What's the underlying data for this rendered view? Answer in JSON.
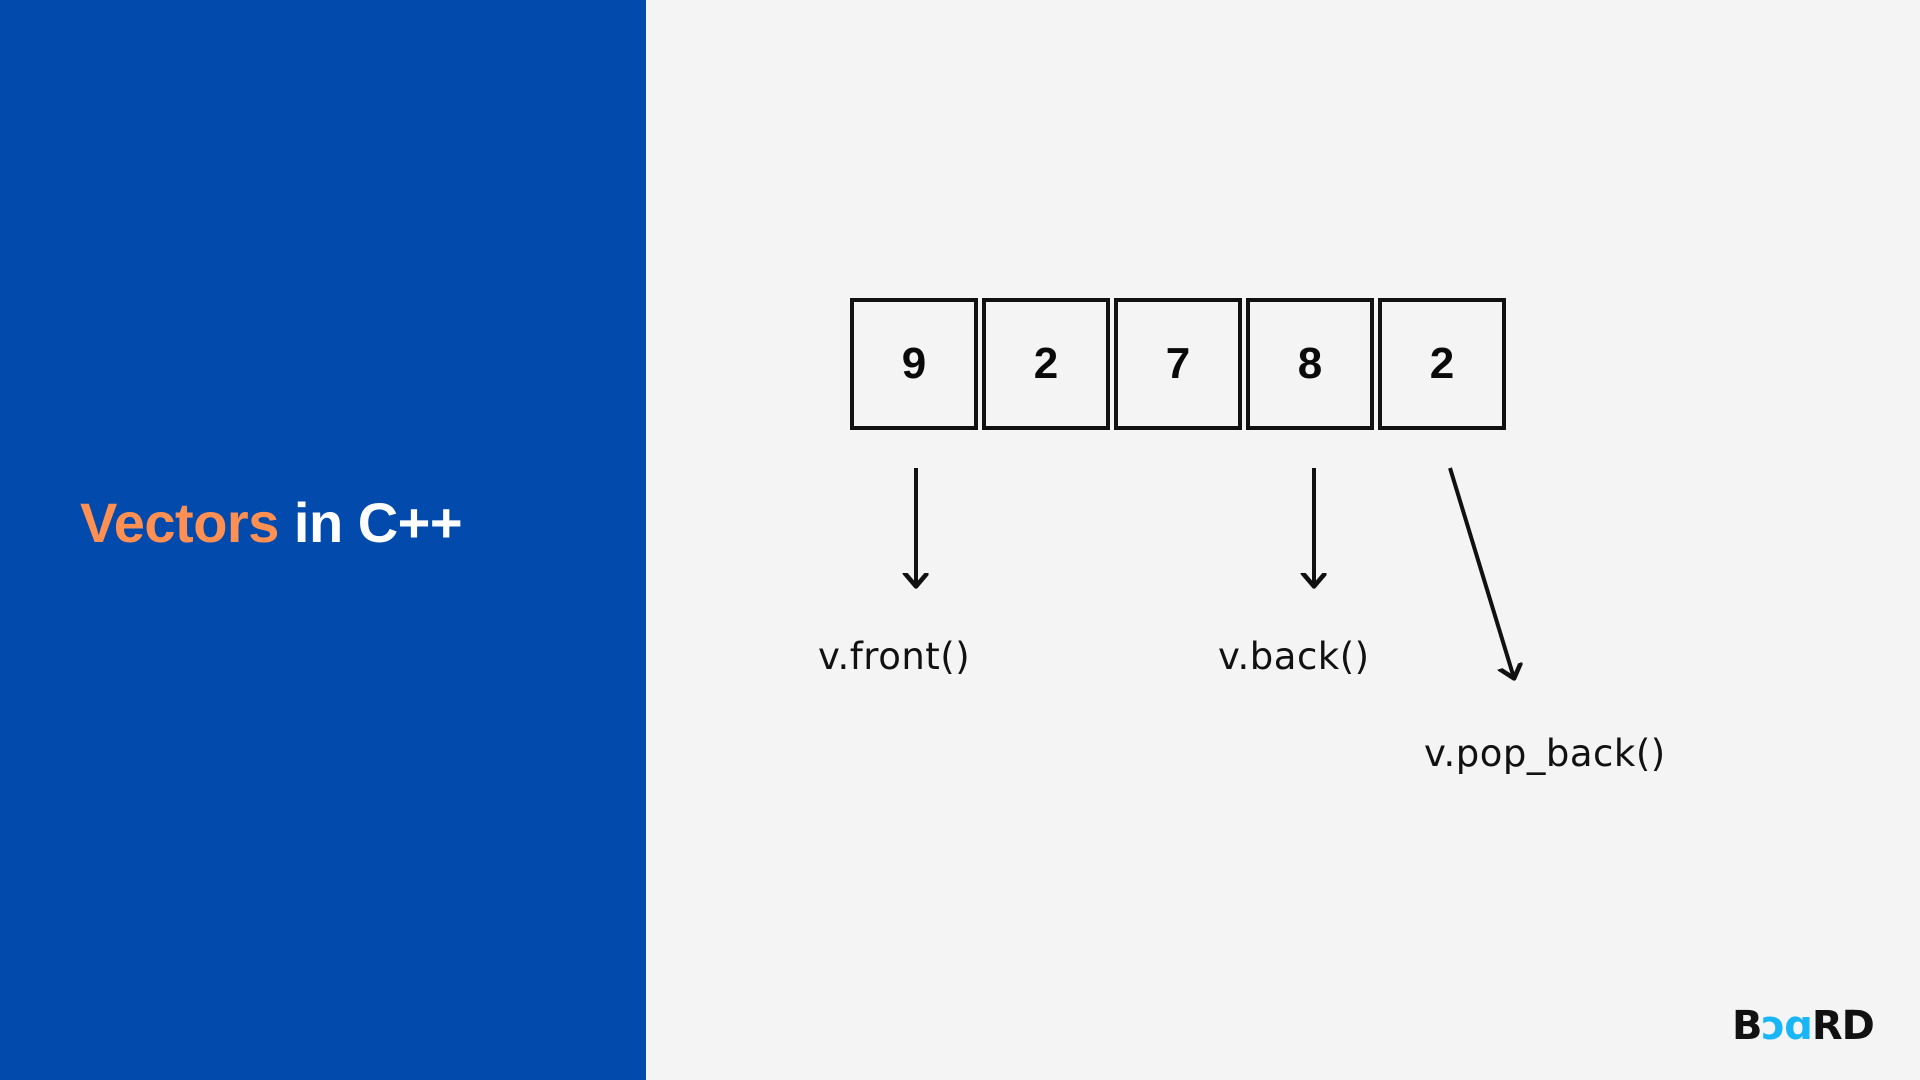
{
  "slide": {
    "background_color": "#f4f4f4",
    "panel_color": "#034AAD",
    "accent_color": "#FF9051",
    "title": {
      "accent_text": "Vectors",
      "plain_text": " in C++",
      "full_text": "Vectors in C++"
    }
  },
  "diagram": {
    "type": "vector-cells",
    "cells": [
      {
        "index": 0,
        "value": "9"
      },
      {
        "index": 1,
        "value": "2"
      },
      {
        "index": 2,
        "value": "7"
      },
      {
        "index": 3,
        "value": "8"
      },
      {
        "index": 4,
        "value": "2"
      }
    ],
    "annotations": [
      {
        "id": "front",
        "label": "v.front()",
        "points_to_cell": 0,
        "arrow": "vertical-down"
      },
      {
        "id": "back",
        "label": "v.back()",
        "points_to_cell": 3,
        "arrow": "vertical-down"
      },
      {
        "id": "pop_back",
        "label": "v.pop_back()",
        "points_to_cell": 4,
        "arrow": "diagonal-down-right"
      }
    ]
  },
  "branding": {
    "logo_dark_left": "B",
    "logo_cyan_middle": "ɔɑ",
    "logo_dark_right": "RD",
    "logo_text": "BOARD",
    "cyan_color": "#18B6F6"
  }
}
